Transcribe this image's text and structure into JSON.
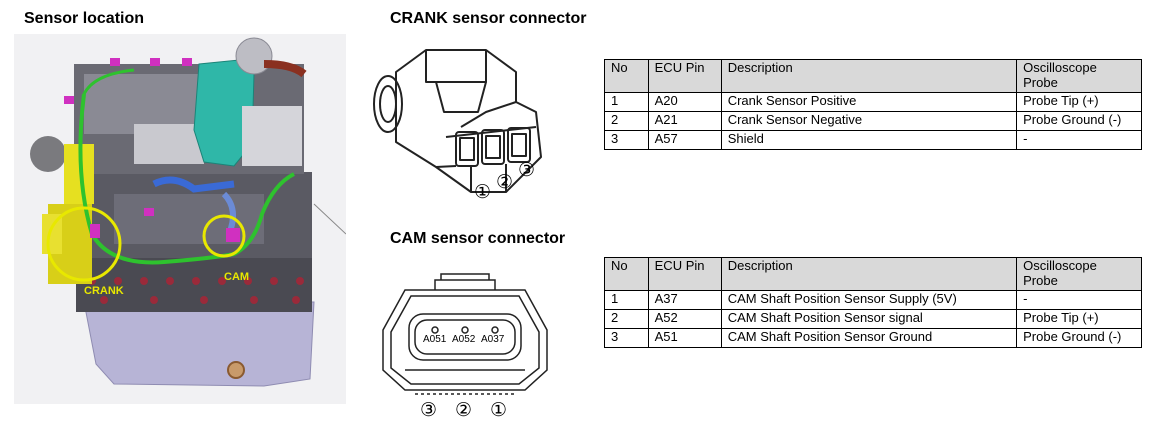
{
  "headings": {
    "location": "Sensor location",
    "crank": "CRANK sensor connector",
    "cam": "CAM sensor connector"
  },
  "engine": {
    "crank_label": "CRANK",
    "cam_label": "CAM",
    "highlight_color": "#e8e800"
  },
  "crank_connector": {
    "pins": [
      "①",
      "②",
      "③"
    ]
  },
  "cam_connector": {
    "pins": [
      "③",
      "②",
      "①"
    ],
    "cavities": [
      "A051",
      "A052",
      "A037"
    ]
  },
  "crank_table": {
    "headers": [
      "No",
      "ECU Pin",
      "Description",
      "Oscilloscope Probe"
    ],
    "rows": [
      [
        "1",
        "A20",
        "Crank Sensor Positive",
        "Probe Tip (+)"
      ],
      [
        "2",
        "A21",
        "Crank Sensor Negative",
        "Probe Ground (-)"
      ],
      [
        "3",
        "A57",
        "Shield",
        "-"
      ]
    ]
  },
  "cam_table": {
    "headers": [
      "No",
      "ECU Pin",
      "Description",
      "Oscilloscope Probe"
    ],
    "rows": [
      [
        "1",
        "A37",
        "CAM Shaft Position Sensor Supply (5V)",
        "-"
      ],
      [
        "2",
        "A52",
        "CAM Shaft Position Sensor signal",
        "Probe Tip (+)"
      ],
      [
        "3",
        "A51",
        "CAM Shaft Position Sensor Ground",
        "Probe Ground (-)"
      ]
    ]
  }
}
